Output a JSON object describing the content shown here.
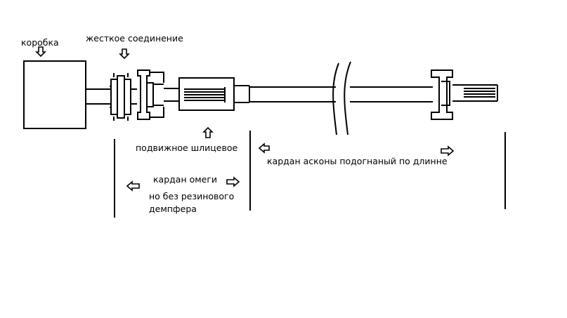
{
  "labels": {
    "gearbox": "коробка",
    "rigid_joint": "жесткое соединение",
    "sliding_spline": "подвижное шлицевое",
    "omega_shaft": "кардан омеги",
    "without_damper_1": "но без резинового",
    "without_damper_2": "демпфера",
    "ascona_shaft": "кардан асконы подогнаный по длинне"
  },
  "colors": {
    "ink": "#000000",
    "background": "#ffffff"
  }
}
